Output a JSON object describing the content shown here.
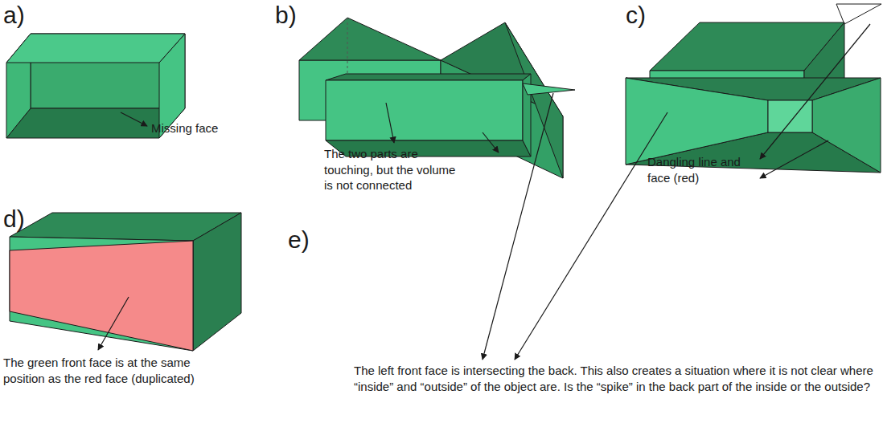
{
  "diagram": {
    "labels": [
      "a)",
      "b)",
      "c)",
      "d)",
      "e)",
      "Missing face",
      "The two parts are touching, but the volume is not connected",
      "Dangling line and face (red)",
      "The green front face is at the same position as the red face (duplicated)",
      "The left front face is intersecting the back. This also creates a situation where it is not clear where “inside” and “outside” of the object are. Is the “spike” in the back part of the inside or the outside?"
    ]
  }
}
